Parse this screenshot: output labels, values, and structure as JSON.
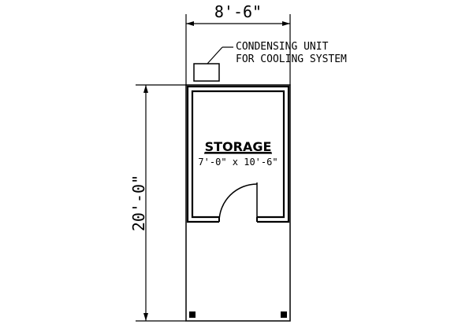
{
  "dimensions": {
    "width": "8'-6\"",
    "length": "20'-0\""
  },
  "annotation": {
    "line1": "CONDENSING UNIT",
    "line2": "FOR COOLING SYSTEM"
  },
  "room": {
    "name": "STORAGE",
    "size": "7'-0\" x 10'-6\""
  }
}
